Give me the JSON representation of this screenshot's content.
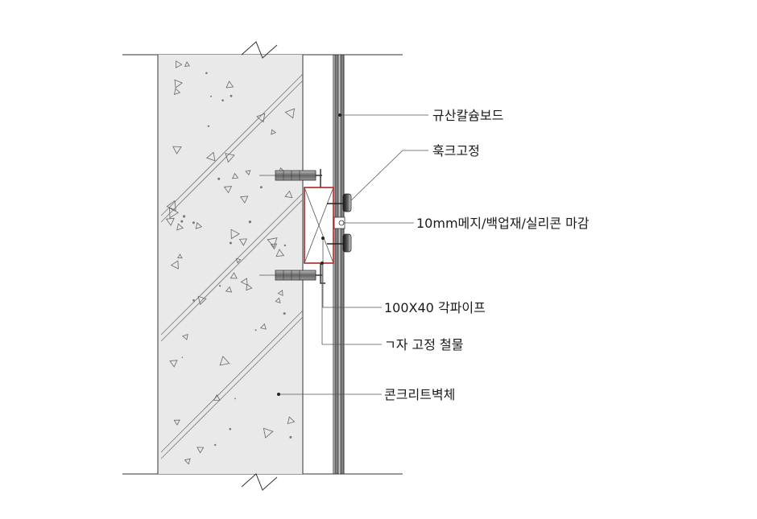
{
  "diagram": {
    "labels": {
      "calcium_silicate_board": "규산칼슘보드",
      "hook_fixing": "훅크고정",
      "joint_finish": "10mm메지/백업재/실리콘 마감",
      "square_pipe": "100X40 각파이프",
      "angle_bracket": "ㄱ자 고정 철물",
      "concrete_wall": "콘크리트벽체"
    },
    "colors": {
      "line": "#333333",
      "concrete_fill": "#e8e8e8",
      "pipe_outline": "#b22222",
      "board_fill": "#6b6b6b",
      "fastener": "#444444"
    }
  }
}
